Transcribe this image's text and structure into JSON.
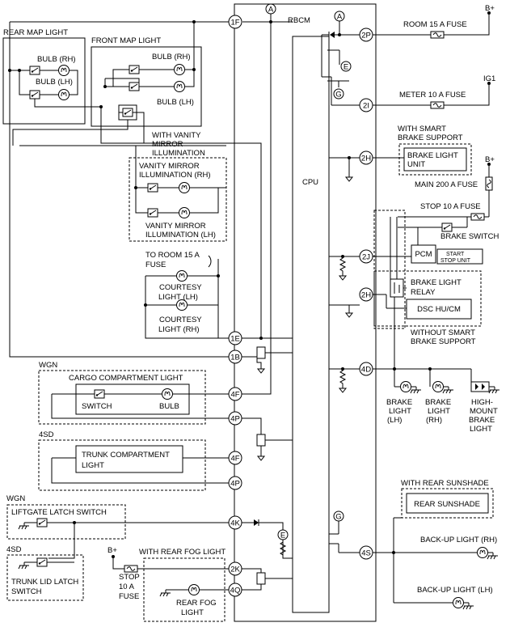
{
  "rbcm": {
    "title": "RBCM",
    "cpu": "CPU"
  },
  "supply": {
    "bplus": "B+",
    "ig1": "IG1"
  },
  "fuses": {
    "room15": "ROOM 15 A FUSE",
    "meter10": "METER 10 A FUSE",
    "main200": "MAIN 200 A FUSE",
    "stop10": "STOP 10 A FUSE",
    "stop10_bottom": [
      "STOP",
      "10 A",
      "FUSE"
    ],
    "to_room15": [
      "TO ROOM 15 A",
      "FUSE"
    ]
  },
  "terminals": [
    "1F",
    "2P",
    "2I",
    "2H",
    "2J",
    "2H",
    "1E",
    "1B",
    "4D",
    "4F",
    "4P",
    "4F",
    "4P",
    "4K",
    "4S",
    "2K",
    "4Q"
  ],
  "markers": [
    "A",
    "A",
    "E",
    "G",
    "G",
    "E"
  ],
  "labels": {
    "rear_map_light": "REAR MAP LIGHT",
    "front_map_light": "FRONT MAP LIGHT",
    "bulb_rh": "BULB (RH)",
    "bulb_lh": "BULB (LH)",
    "with_vanity": [
      "WITH VANITY",
      "MIRROR",
      "ILLUMINATION"
    ],
    "vanity_rh": [
      "VANITY MIRROR",
      "ILLUMINATION (RH)"
    ],
    "vanity_lh": [
      "VANITY MIRROR",
      "ILLUMINATION (LH)"
    ],
    "courtesy_lh": [
      "COURTESY",
      "LIGHT (LH)"
    ],
    "courtesy_rh": [
      "COURTESY",
      "LIGHT (RH)"
    ],
    "wgn": "WGN",
    "sd4": "4SD",
    "cargo_light": "CARGO COMPARTMENT LIGHT",
    "switch": "SWITCH",
    "bulb": "BULB",
    "trunk_light": [
      "TRUNK COMPARTMENT",
      "LIGHT"
    ],
    "liftgate_switch": "LIFTGATE LATCH SWITCH",
    "trunk_lid_switch": [
      "TRUNK LID LATCH",
      "SWITCH"
    ],
    "with_rear_fog": "WITH REAR FOG LIGHT",
    "rear_fog": [
      "REAR FOG",
      "LIGHT"
    ],
    "with_smart_brake": [
      "WITH SMART",
      "BRAKE SUPPORT"
    ],
    "brake_light_unit": [
      "BRAKE LIGHT",
      "UNIT"
    ],
    "brake_switch": "BRAKE SWITCH",
    "pcm": "PCM",
    "start_stop_unit": [
      "START",
      "STOP UNIT"
    ],
    "brake_light_relay": [
      "BRAKE LIGHT",
      "RELAY"
    ],
    "dsc": "DSC HU/CM",
    "without_smart": [
      "WITHOUT SMART",
      "BRAKE SUPPORT"
    ],
    "brake_lh": [
      "BRAKE",
      "LIGHT",
      "(LH)"
    ],
    "brake_rh": [
      "BRAKE",
      "LIGHT",
      "(RH)"
    ],
    "high_mount": [
      "HIGH-",
      "MOUNT",
      "BRAKE",
      "LIGHT"
    ],
    "with_rear_sunshade": "WITH REAR SUNSHADE",
    "rear_sunshade": "REAR SUNSHADE",
    "backup_rh": "BACK-UP LIGHT (RH)",
    "backup_lh": "BACK-UP LIGHT (LH)"
  }
}
